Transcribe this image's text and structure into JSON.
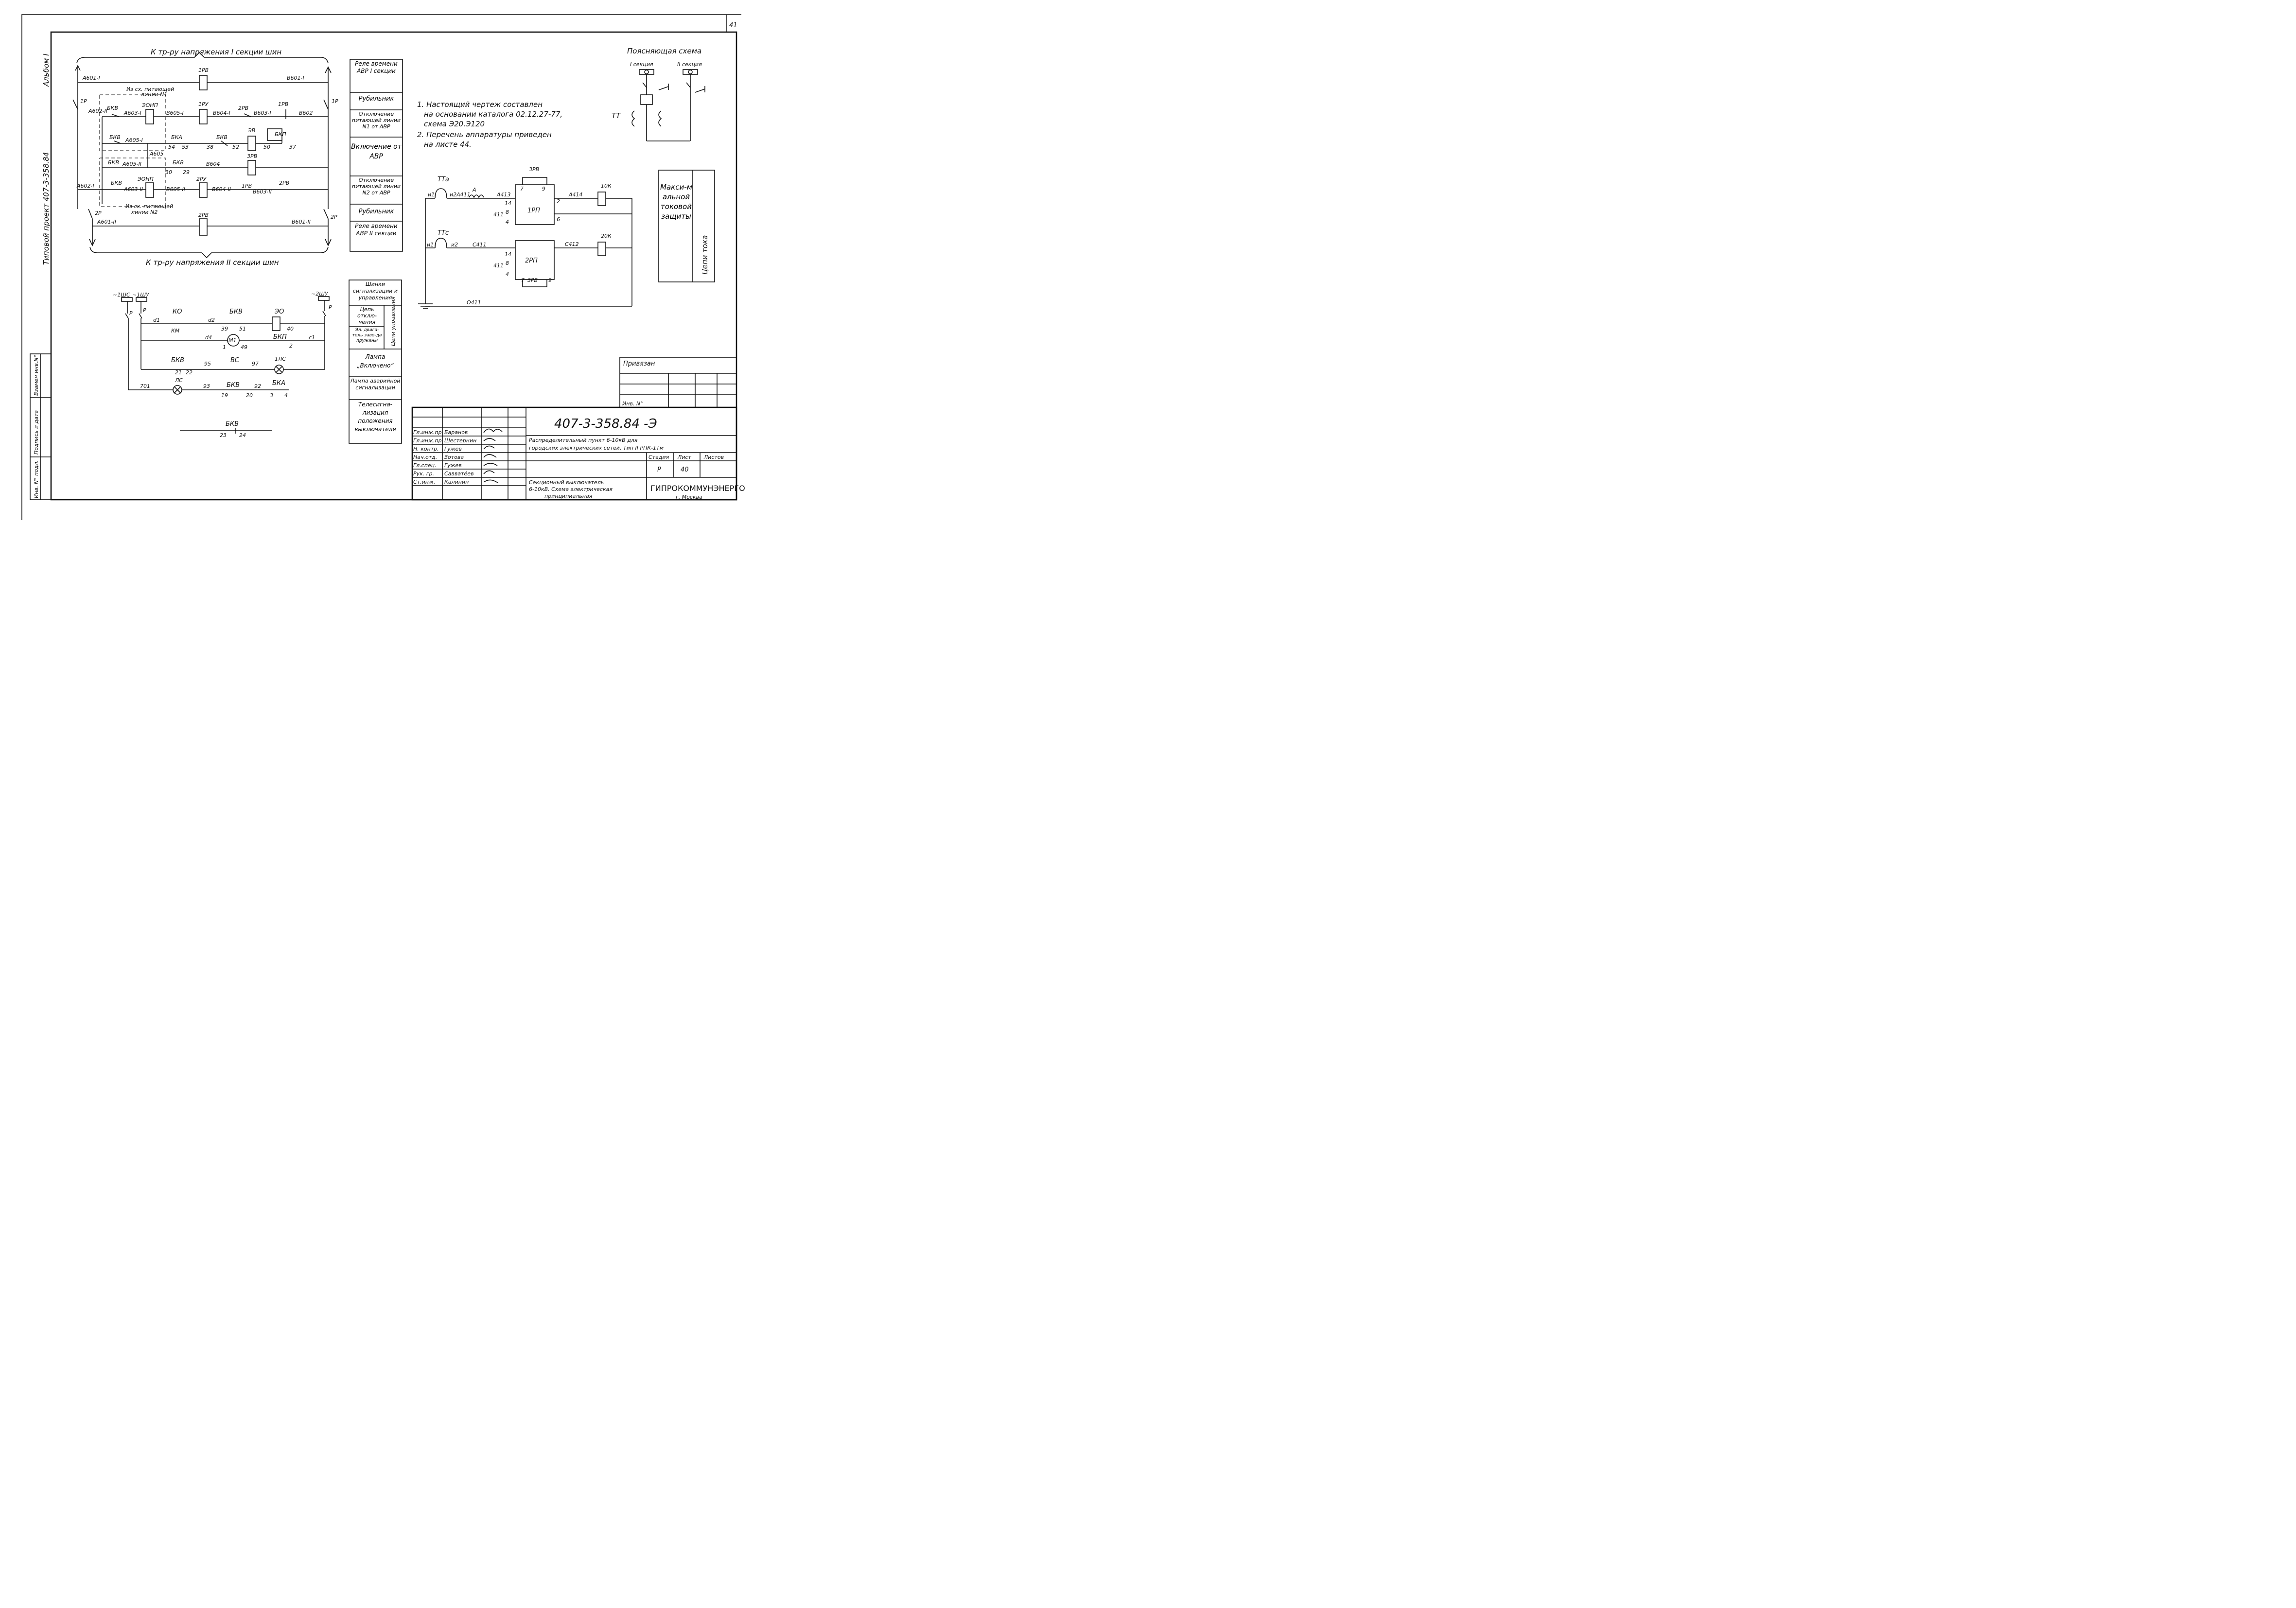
{
  "sheet": {
    "page_number": "41",
    "side_album": "Альбом I",
    "side_project": "Типовой  проект  407-3-358.84"
  },
  "top_diagram": {
    "title_top": "К тр-ру напряжения I секции шин",
    "title_bottom": "К тр-ру напряжения II секции шин",
    "wires": {
      "a601_1": "А601-I",
      "b601_1": "В601-I",
      "relay_1rv": "1РВ",
      "source1_a": "Из сх. питающей",
      "source1_b": "линии N1",
      "a602_2": "А602-II",
      "bkv": "БКВ",
      "a603_1": "А603-I",
      "eonp": "ЭОНП",
      "b605_1": "В605-I",
      "relay_1ru": "1РУ",
      "b604_1": "В604-I",
      "relay_2rv": "2РВ",
      "b603_1": "В603-I",
      "b602": "В602",
      "switch_1p": "1Р",
      "a605_1": "А605-I",
      "bka": "БКА",
      "eb": "ЭВ",
      "bkp": "БКП",
      "n54": "54",
      "n53": "53",
      "n38": "38",
      "n52": "52",
      "n50": "50",
      "n37": "37",
      "a605": "А605",
      "a605_2": "А605-II",
      "n30": "30",
      "n29": "29",
      "b604": "В604",
      "relay_3rv": "3РВ",
      "a602_1": "А602-I",
      "a603_2": "А603-II",
      "b605_2": "В605-II",
      "relay_2ru": "2РУ",
      "b604_2": "В604-II",
      "b603_2": "В603-II",
      "source2_a": "Из сх. питающей",
      "source2_b": "линии N2",
      "switch_2p": "2Р",
      "a601_2": "А601-II",
      "b601_2": "В601-II"
    }
  },
  "function_table_top": [
    "Реле времени АВР I секции",
    "Рубильник",
    "Отключение питающей линии N1 от АВР",
    "Включение от АВР",
    "Отключение питающей линии N2 от АВР",
    "Рубильник",
    "Реле времени АВР II секции"
  ],
  "notes": [
    "1. Настоящий  чертеж  составлен",
    "на основании каталога 02.12.27-77,",
    "схема  Э20.Э120",
    "2. Перечень аппаратуры приведен",
    "на  листе 44."
  ],
  "explain_scheme": {
    "title": "Поясняющая  схема",
    "sec1": "I секция",
    "sec2": "II секция",
    "tt": "ТТ"
  },
  "protection": {
    "tta": "ТТа",
    "ttc": "ТТс",
    "i1": "и1",
    "i2a411": "и2А411",
    "a": "А",
    "a413": "А413",
    "n7": "7",
    "n9": "9",
    "n14": "14",
    "n411": "411",
    "n8": "8",
    "n4": "4",
    "n2": "2",
    "n6": "6",
    "relay_1rp": "1РП",
    "relay_3rv": "3РВ",
    "a414": "А414",
    "k10": "10К",
    "ii1": "и1",
    "ii2": "и2",
    "c411": "С411",
    "relay_2rp": "2РП",
    "c412": "С412",
    "k20": "20К",
    "o411": "О411",
    "label_max": "Макси-мальной токовой защиты",
    "label_chain": "Цепи тока"
  },
  "control_diagram": {
    "bus1": "~1ШС",
    "bus2": "~1ШУ",
    "bus3": "~2ШУ",
    "p": "Р",
    "ko": "КО",
    "bkv": "БКВ",
    "eo": "ЭО",
    "d1": "d1",
    "d2": "d2",
    "n39": "39",
    "n51": "51",
    "n40": "40",
    "km": "КМ",
    "d4": "d4",
    "m1": "М1",
    "n1": "1",
    "n49": "49",
    "bkp": "БКП",
    "c1": "с1",
    "n2": "2",
    "bkv2": "БКВ",
    "n95": "95",
    "vs": "ВС",
    "n97": "97",
    "lamp1ls": "1ЛС",
    "n21": "21",
    "n22": "22",
    "n701": "701",
    "ls": "ЛС",
    "n93": "93",
    "bkv3": "БКВ",
    "n92": "92",
    "bka": "БКА",
    "n19": "19",
    "n20": "20",
    "n3": "3",
    "n4": "4",
    "bkv_tele": "БКВ",
    "n23": "23",
    "n24": "24"
  },
  "function_table_bottom": [
    "Шинки сигнализации и управления",
    "Цепь отклю-чения",
    "Эл. двига-тель заво-да пружины",
    "Лампа „Включено“",
    "Лампа аварийной сигнализации",
    "Телесигна-лизация положения выключателя"
  ],
  "function_table_bottom_side": "Цепи управления",
  "side_stamp": [
    "Инв. N° подл.",
    "Подпись и дата",
    "Взамен инв.N°"
  ],
  "title_block": {
    "bound_label": "Привязан",
    "inv_label": "Инв. N°",
    "doc_code": "407-3-358.84  -Э",
    "description_1": "Распределительный  пункт  6-10кВ  для",
    "description_2": "городских электрических сетей. Тип II РПК-1Тм",
    "stage_label": "Стадия",
    "sheet_label": "Лист",
    "sheets_label": "Листов",
    "stage_value": "Р",
    "sheet_value": "40",
    "drawing_title_1": "Секционный выключатель",
    "drawing_title_2": "6-10кВ. Схема  электрическая",
    "drawing_title_3": "принципиальная",
    "org": "ГИПРОКОММУНЭНЕРГО",
    "city": "г. Москва",
    "signatures": [
      {
        "role": "Гл.инж.пр.",
        "name": "Баранов"
      },
      {
        "role": "Гл.инж.пр.",
        "name": "Шестернин"
      },
      {
        "role": "Н. контр.",
        "name": "Гужев"
      },
      {
        "role": "Нач.отд.",
        "name": "Зотова"
      },
      {
        "role": "Гл.спец.",
        "name": "Гужев"
      },
      {
        "role": "Рук. гр.",
        "name": "Саввате́ев"
      },
      {
        "role": "Ст.инж.",
        "name": "Калинин"
      }
    ]
  }
}
